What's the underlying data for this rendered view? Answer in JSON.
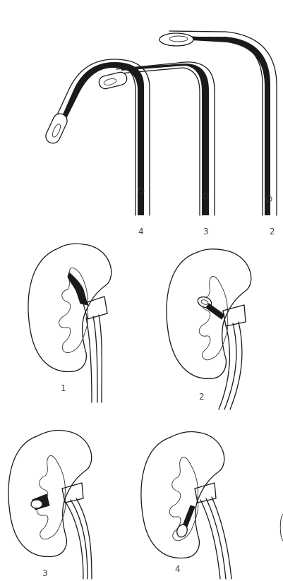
{
  "figure": {
    "catheter_labels": [
      "4",
      "3",
      "2"
    ],
    "kidney_labels": [
      "1",
      "2",
      "3",
      "4"
    ]
  }
}
